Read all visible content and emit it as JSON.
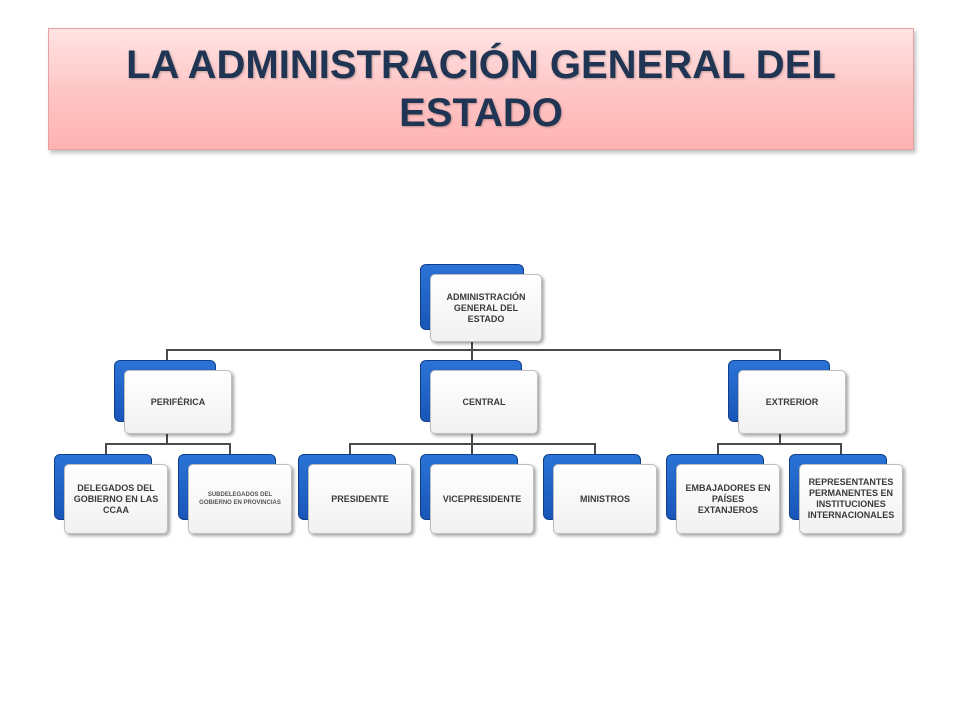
{
  "slide": {
    "title": "LA ADMINISTRACIÓN GENERAL DEL ESTADO"
  },
  "org_chart": {
    "root": {
      "label": "ADMINISTRACIÓN GENERAL DEL ESTADO"
    },
    "branches": [
      {
        "label": "PERIFÉRICA",
        "children": [
          {
            "label": "DELEGADOS DEL GOBIERNO EN LAS CCAA"
          },
          {
            "label": "SUBDELEGADOS DEL GOBIERNO EN PROVINCIAS"
          }
        ]
      },
      {
        "label": "CENTRAL",
        "children": [
          {
            "label": "PRESIDENTE"
          },
          {
            "label": "VICEPRESIDENTE"
          },
          {
            "label": "MINISTROS"
          }
        ]
      },
      {
        "label": "EXTRERIOR",
        "children": [
          {
            "label": "EMBAJADORES EN PAÍSES EXTANJEROS"
          },
          {
            "label": "REPRESENTANTES PERMANENTES EN INSTITUCIONES INTERNACIONALES"
          }
        ]
      }
    ]
  },
  "colors": {
    "title_text": "#1f3553",
    "title_bg": "#ffc4c4",
    "node_accent": "#1856b8",
    "connector": "#4a4a4a"
  }
}
